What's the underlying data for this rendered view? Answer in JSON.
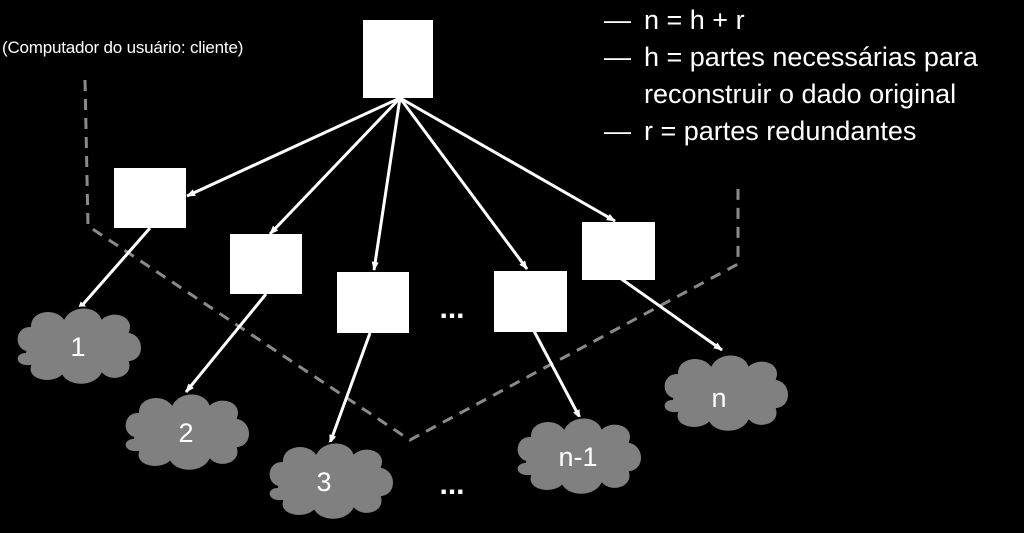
{
  "client_label": "(Computador do usuário: cliente)",
  "legend": {
    "items": [
      {
        "dash": "—",
        "text": "n = h + r"
      },
      {
        "dash": "—",
        "text": "h = partes necessárias para",
        "cont": "reconstruir o dado original"
      },
      {
        "dash": "—",
        "text": "r = partes redundantes"
      }
    ]
  },
  "clouds": [
    "1",
    "2",
    "3",
    "n-1",
    "n"
  ],
  "ellipsis": "...",
  "colors": {
    "background": "#000000",
    "box": "#ffffff",
    "cloud": "#808080",
    "line": "#ffffff",
    "dashed": "#8a8a8a"
  }
}
